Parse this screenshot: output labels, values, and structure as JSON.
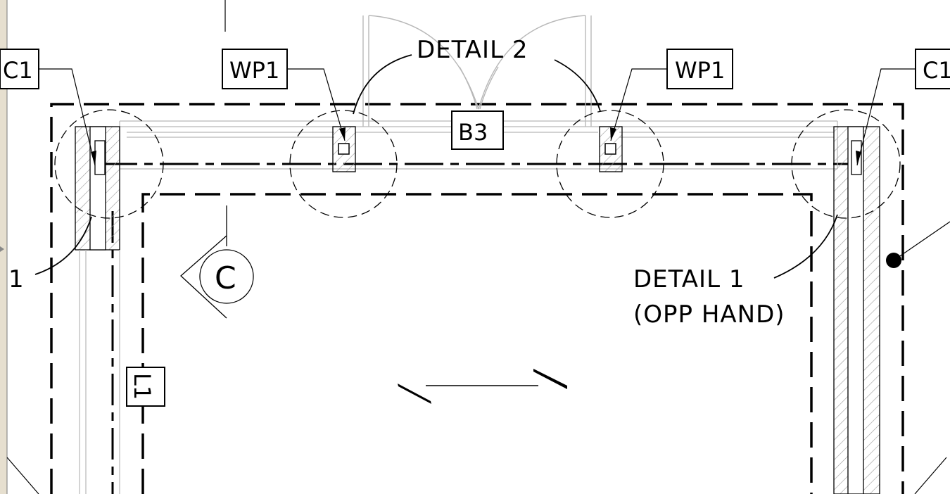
{
  "colors": {
    "background": "#ffffff",
    "ink": "#000000",
    "light_ink": "#b8b8b8",
    "left_strip": "#e6dfcf"
  },
  "labels": {
    "detail2": "DETAIL 2",
    "detail1_line1": "DETAIL 1",
    "detail1_line2": "(OPP HAND)",
    "detail_partial": "1",
    "wp1_left": "WP1",
    "wp1_right": "WP1",
    "c1_left": "C1",
    "c1_right": "C1",
    "b3": "B3",
    "section_c": "C",
    "l1": "L1"
  },
  "icons": [
    "section-marker-icon",
    "hatch-pattern"
  ]
}
